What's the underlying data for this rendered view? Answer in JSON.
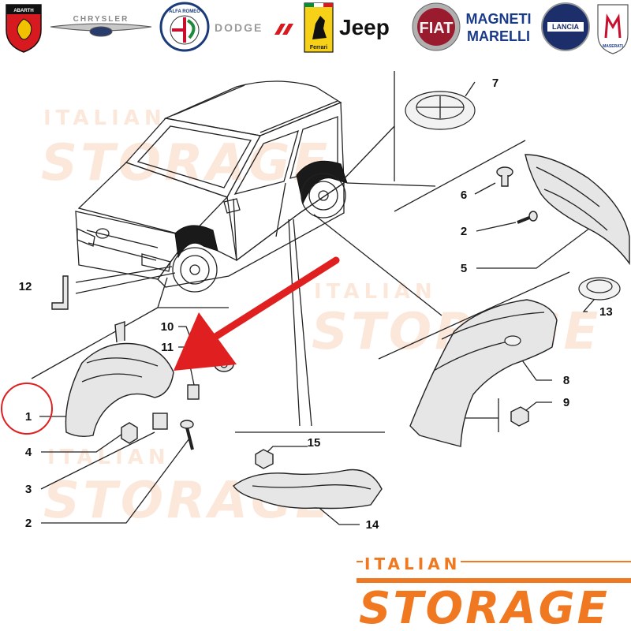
{
  "brands": {
    "abarth": "ABARTH",
    "chrysler": "CHRYSLER",
    "alfa_romeo": "ALFA ROMEO",
    "dodge": "DODGE",
    "ferrari": "Ferrari",
    "jeep": "Jeep",
    "fiat": "FIAT",
    "magneti_line1": "MAGNETI",
    "magneti_line2": "MARELLI",
    "lancia": "LANCIA",
    "maserati": "MASERATI"
  },
  "watermark": {
    "line1": "ITALIAN",
    "line2": "STORAGE"
  },
  "logo": {
    "line1": "ITALIAN",
    "line2": "STORAGE",
    "color": "#f07820"
  },
  "callouts": {
    "c1": "1",
    "c2a": "2",
    "c2b": "2",
    "c3": "3",
    "c4": "4",
    "c5": "5",
    "c6": "6",
    "c7": "7",
    "c8": "8",
    "c9": "9",
    "c10": "10",
    "c11": "11",
    "c12": "12",
    "c13": "13",
    "c14": "14",
    "c15": "15"
  },
  "highlight": {
    "circle_color": "#e02020",
    "arrow_color": "#e02020",
    "highlighted_part": "1"
  }
}
